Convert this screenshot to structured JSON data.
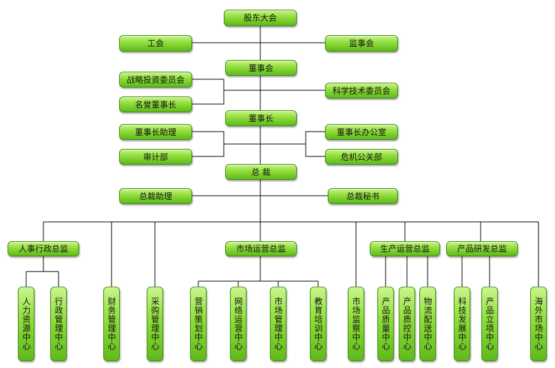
{
  "org_chart": {
    "nodes": [
      {
        "id": "gudong",
        "label": "股东大会",
        "orientation": "h"
      },
      {
        "id": "gonghui",
        "label": "工会",
        "orientation": "h"
      },
      {
        "id": "jianshihui",
        "label": "监事会",
        "orientation": "h"
      },
      {
        "id": "dongshihui",
        "label": "董事会",
        "orientation": "h"
      },
      {
        "id": "zhanlue",
        "label": "战略投资委员会",
        "orientation": "h"
      },
      {
        "id": "mingyu",
        "label": "名誉董事长",
        "orientation": "h"
      },
      {
        "id": "kexue",
        "label": "科学技术委员会",
        "orientation": "h"
      },
      {
        "id": "dongshizhang",
        "label": "董事长",
        "orientation": "h"
      },
      {
        "id": "dszzhuli",
        "label": "董事长助理",
        "orientation": "h"
      },
      {
        "id": "shenji",
        "label": "审计部",
        "orientation": "h"
      },
      {
        "id": "dszbangong",
        "label": "董事长办公室",
        "orientation": "h"
      },
      {
        "id": "weiji",
        "label": "危机公关部",
        "orientation": "h"
      },
      {
        "id": "zongcai",
        "label": "总 裁",
        "orientation": "h"
      },
      {
        "id": "zczhuli",
        "label": "总裁助理",
        "orientation": "h"
      },
      {
        "id": "zcmishu",
        "label": "总裁秘书",
        "orientation": "h"
      },
      {
        "id": "renshi",
        "label": "人事行政总监",
        "orientation": "h"
      },
      {
        "id": "shichang",
        "label": "市场运营总监",
        "orientation": "h"
      },
      {
        "id": "shengchan",
        "label": "生产运营总监",
        "orientation": "h"
      },
      {
        "id": "chanpin",
        "label": "产品研发总监",
        "orientation": "h"
      },
      {
        "id": "c1",
        "label": "人力资源中心",
        "orientation": "v"
      },
      {
        "id": "c2",
        "label": "行政管理中心",
        "orientation": "v"
      },
      {
        "id": "c3",
        "label": "财务管理中心",
        "orientation": "v"
      },
      {
        "id": "c4",
        "label": "采购管理中心",
        "orientation": "v"
      },
      {
        "id": "c5",
        "label": "营销策划中心",
        "orientation": "v"
      },
      {
        "id": "c6",
        "label": "网络运营中心",
        "orientation": "v"
      },
      {
        "id": "c7",
        "label": "市场管理中心",
        "orientation": "v"
      },
      {
        "id": "c8",
        "label": "教育培训中心",
        "orientation": "v"
      },
      {
        "id": "c9",
        "label": "市场监察中心",
        "orientation": "v"
      },
      {
        "id": "c10",
        "label": "产品质量中心",
        "orientation": "v"
      },
      {
        "id": "c11",
        "label": "产品质控中心",
        "orientation": "v"
      },
      {
        "id": "c12",
        "label": "物流配送中心",
        "orientation": "v"
      },
      {
        "id": "c13",
        "label": "科技发展中心",
        "orientation": "v"
      },
      {
        "id": "c14",
        "label": "产品立项中心",
        "orientation": "v"
      },
      {
        "id": "c15",
        "label": "海外市场中心",
        "orientation": "v"
      }
    ],
    "edges": [
      [
        "gudong",
        "dongshihui"
      ],
      [
        "gonghui",
        "jianshihui"
      ],
      [
        "dongshihui",
        "zhanlue"
      ],
      [
        "dongshihui",
        "mingyu"
      ],
      [
        "dongshihui",
        "kexue"
      ],
      [
        "dongshihui",
        "dongshizhang"
      ],
      [
        "dongshizhang",
        "dszzhuli"
      ],
      [
        "dongshizhang",
        "shenji"
      ],
      [
        "dongshizhang",
        "dszbangong"
      ],
      [
        "dongshizhang",
        "weiji"
      ],
      [
        "dongshizhang",
        "zongcai"
      ],
      [
        "zongcai",
        "zczhuli"
      ],
      [
        "zongcai",
        "zcmishu"
      ],
      [
        "zongcai",
        "renshi"
      ],
      [
        "zongcai",
        "c3"
      ],
      [
        "zongcai",
        "c4"
      ],
      [
        "zongcai",
        "shichang"
      ],
      [
        "zongcai",
        "c9"
      ],
      [
        "zongcai",
        "shengchan"
      ],
      [
        "zongcai",
        "chanpin"
      ],
      [
        "zongcai",
        "c15"
      ],
      [
        "renshi",
        "c1"
      ],
      [
        "renshi",
        "c2"
      ],
      [
        "shichang",
        "c5"
      ],
      [
        "shichang",
        "c6"
      ],
      [
        "shichang",
        "c7"
      ],
      [
        "shichang",
        "c8"
      ],
      [
        "shengchan",
        "c10"
      ],
      [
        "shengchan",
        "c11"
      ],
      [
        "shengchan",
        "c12"
      ],
      [
        "chanpin",
        "c13"
      ],
      [
        "chanpin",
        "c14"
      ]
    ]
  }
}
